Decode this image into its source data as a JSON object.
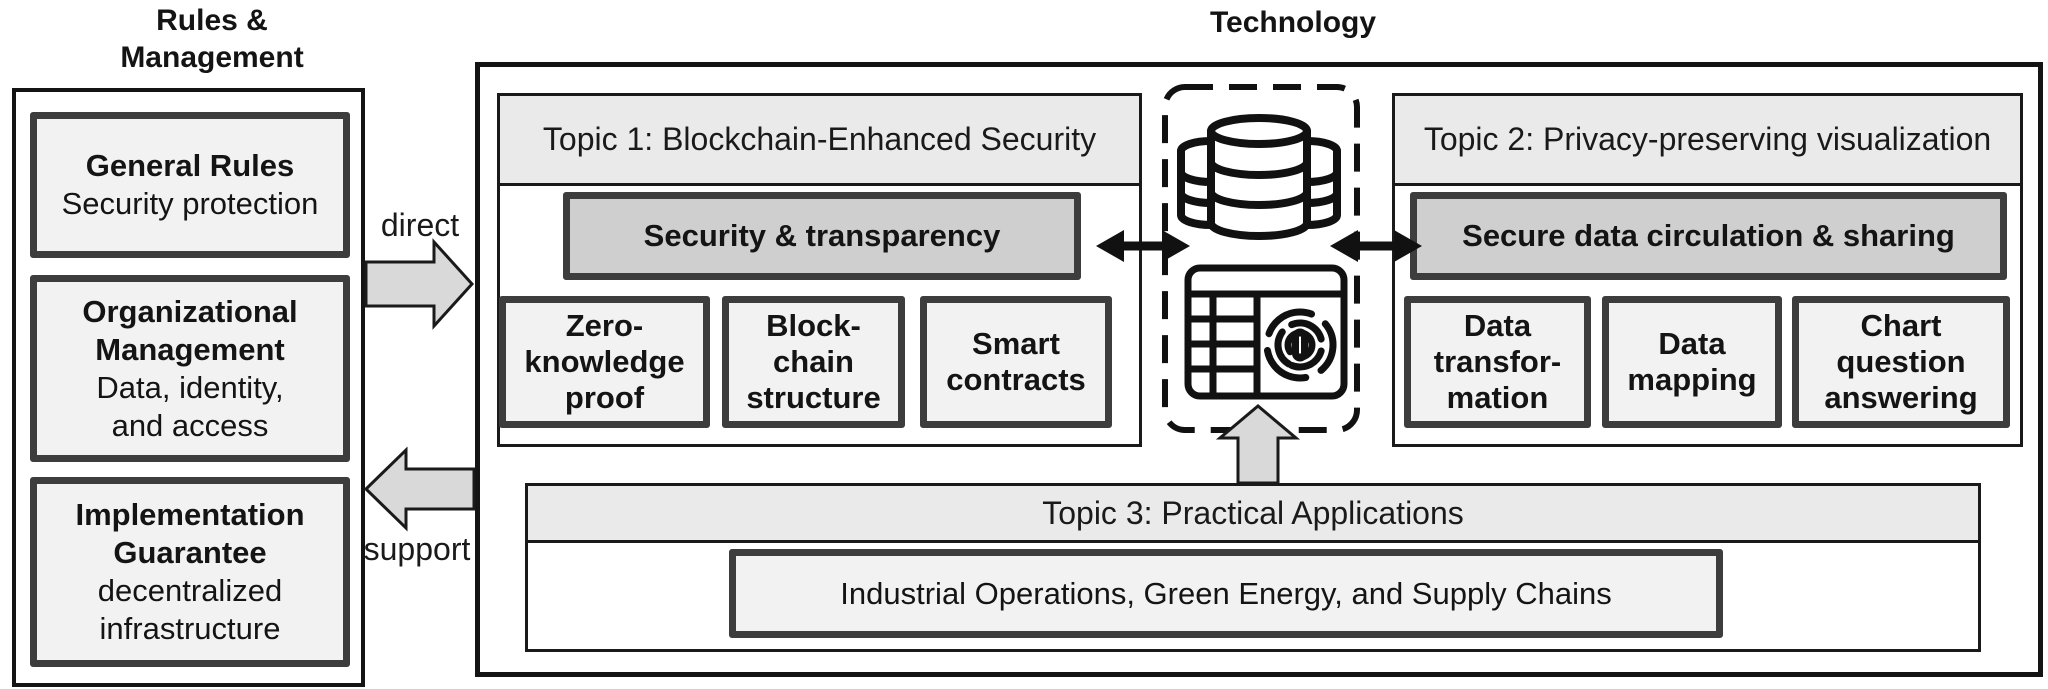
{
  "left_panel": {
    "title": "Rules &\nManagement",
    "boxes": [
      {
        "heading": "General Rules",
        "body": "Security protection"
      },
      {
        "heading": "Organizational\nManagement",
        "body": "Data, identity,\nand access"
      },
      {
        "heading": "Implementation\nGuarantee",
        "body": "decentralized\ninfrastructure"
      }
    ]
  },
  "connectors": {
    "direct": "direct",
    "support": "support"
  },
  "technology": {
    "title": "Technology",
    "topic1": {
      "header": "Topic 1: Blockchain-Enhanced Security",
      "highlight": "Security & transparency",
      "items": [
        "Zero-\nknowledge\nproof",
        "Block-\nchain\nstructure",
        "Smart\ncontracts"
      ]
    },
    "topic2": {
      "header": "Topic 2: Privacy-preserving visualization",
      "highlight": "Secure data circulation & sharing",
      "items": [
        "Data\ntransfor-\nmation",
        "Data\nmapping",
        "Chart\nquestion\nanswering"
      ]
    },
    "topic3": {
      "header": "Topic 3: Practical Applications",
      "application": "Industrial Operations, Green Energy, and Supply Chains"
    },
    "icons": {
      "database": "database-icon",
      "secure_table": "table-fingerprint-icon"
    }
  },
  "colors": {
    "header_fill": "#eaeaea",
    "highlight_fill": "#cfcfcf",
    "box_fill": "#f2f2f2",
    "arrow_fill": "#d9d9d9",
    "border_dark": "#3d3d3d",
    "line_black": "#141414"
  }
}
